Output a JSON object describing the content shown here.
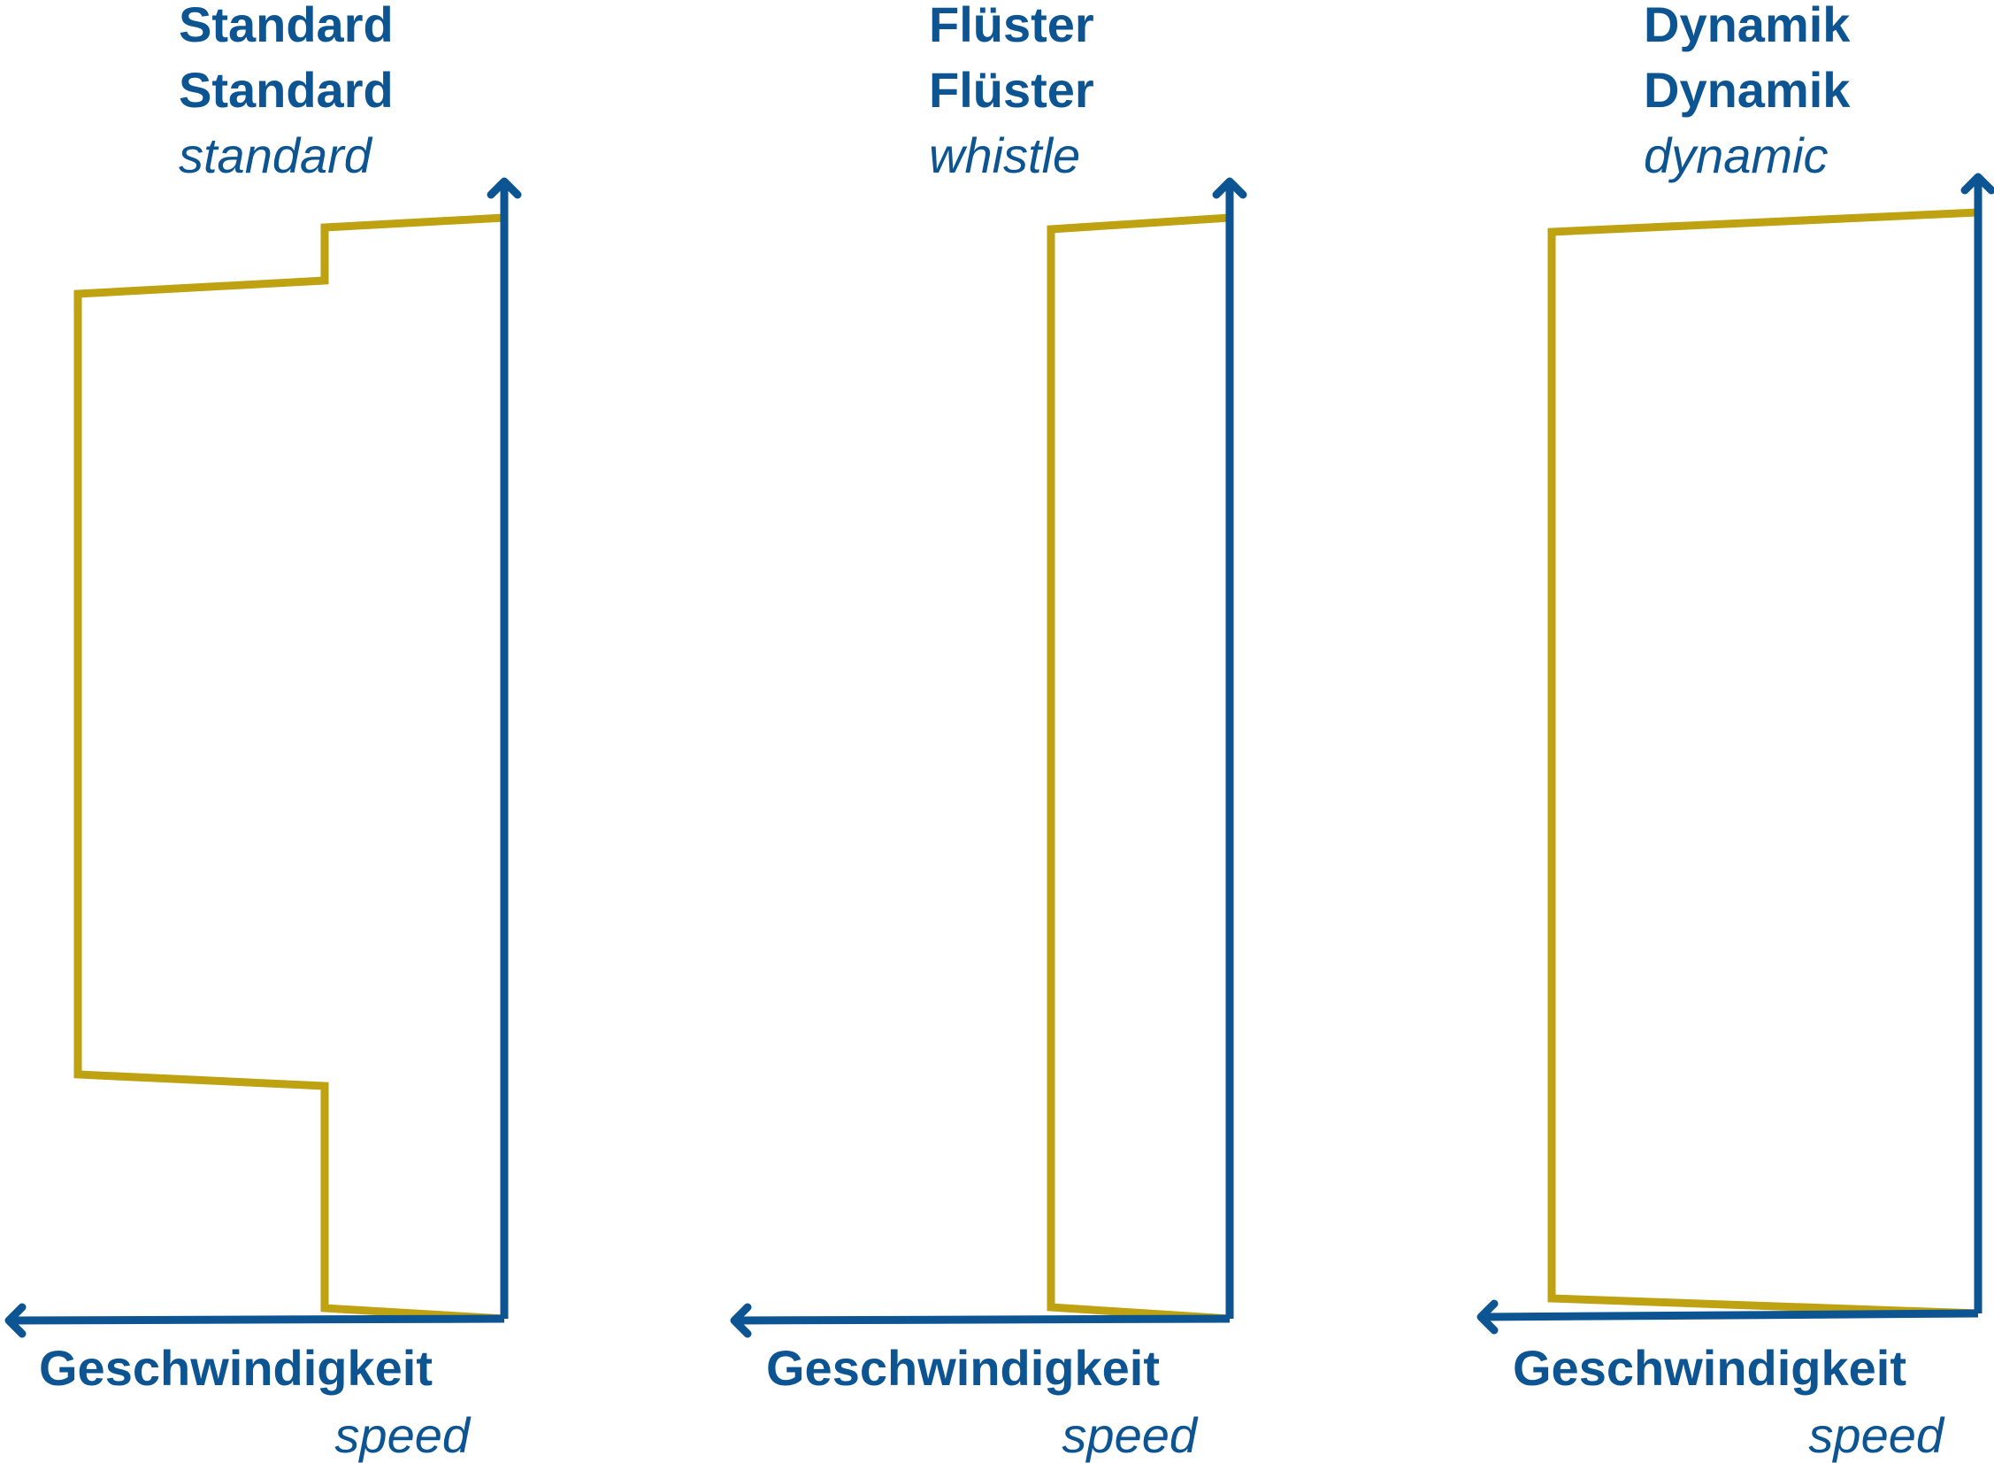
{
  "colors": {
    "axis": "#0d5592",
    "profile": "#bfa212",
    "text": "#0d5592"
  },
  "panels": [
    {
      "title_line1": "Standard",
      "title_line2": "Standard",
      "title_en": "standard",
      "axis_label": "Geschwindigkeit",
      "axis_label_en": "speed"
    },
    {
      "title_line1": "Flüster",
      "title_line2": "Flüster",
      "title_en": "whistle",
      "axis_label": "Geschwindigkeit",
      "axis_label_en": "speed"
    },
    {
      "title_line1": "Dynamik",
      "title_line2": "Dynamik",
      "title_en": "dynamic",
      "axis_label": "Geschwindigkeit",
      "axis_label_en": "speed"
    }
  ]
}
